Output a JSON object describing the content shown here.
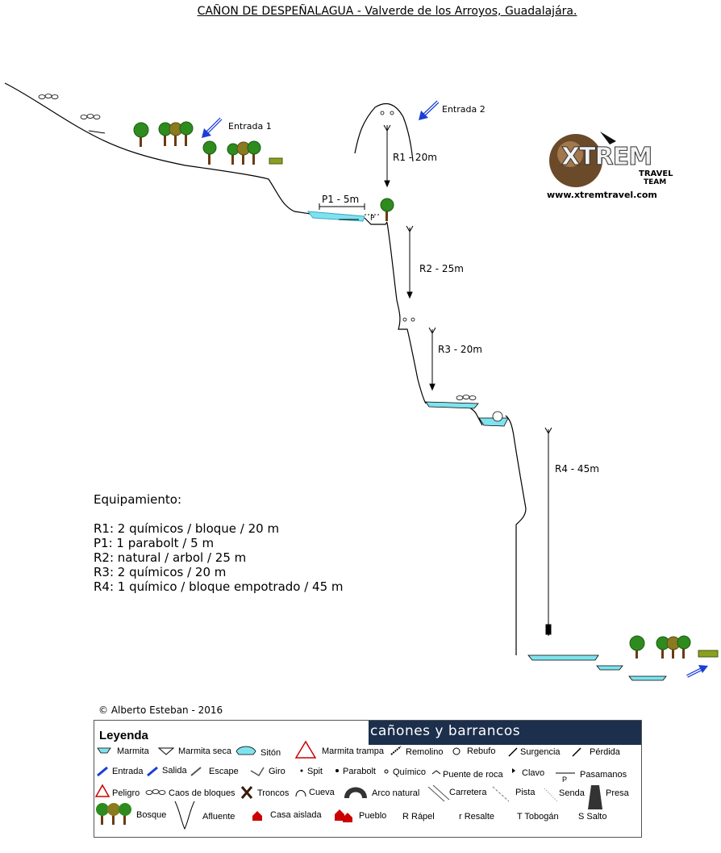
{
  "title": "CAÑON DE DESPEÑALAGUA - Valverde de los Arroyos, Guadalajára.",
  "entrances": {
    "entrada1": "Entrada 1",
    "entrada2": "Entrada 2"
  },
  "rappels": {
    "r1": "R1 - 20m",
    "p1": "P1 - 5m",
    "r2": "R2 - 25m",
    "r3": "R3 - 20m",
    "r4": "R4 - 45m",
    "p_marker": "P"
  },
  "logo": {
    "brand": "XTREM",
    "travel": "TRAVEL",
    "team": "TEAM",
    "url": "www.xtremtravel.com"
  },
  "equipment": {
    "heading": "Equipamiento:",
    "lines": [
      "R1: 2 químicos / bloque / 20 m",
      "P1: 1 parabolt / 5 m",
      "R2: natural / arbol / 25 m",
      "R3: 2 químicos / 20 m",
      "R4: 1 químico / bloque empotrado / 45 m"
    ]
  },
  "copyright": "©  Alberto Esteban - 2016",
  "legend": {
    "title": "Leyenda",
    "banner": "cañones y barrancos",
    "row1": [
      "Marmita",
      "Marmita seca",
      "Sitón",
      "Marmita trampa",
      "Remolino",
      "Rebufo",
      "Surgencia",
      "Pérdida"
    ],
    "row2": [
      "Entrada",
      "Salida",
      "Escape",
      "Giro",
      "Spit",
      "Parabolt",
      "Químico",
      "Puente de roca",
      "Clavo",
      "Pasamanos"
    ],
    "row3": [
      "Peligro",
      "Caos de bloques",
      "Troncos",
      "Cueva",
      "Arco natural",
      "Carretera",
      "Pista",
      "Senda",
      "Presa"
    ],
    "row4": [
      "Bosque",
      "Afluente",
      "Casa aislada",
      "Pueblo",
      "R Rápel",
      "r Resalte",
      "T Tobogán",
      "S Salto"
    ],
    "pasamanos_p": "P"
  },
  "colors": {
    "water": "#7fe3ef",
    "arrow_blue": "#1a3fd6",
    "tree_green": "#2e8b1e",
    "trunk": "#6b3a12",
    "banner": "#1c2f4c"
  }
}
